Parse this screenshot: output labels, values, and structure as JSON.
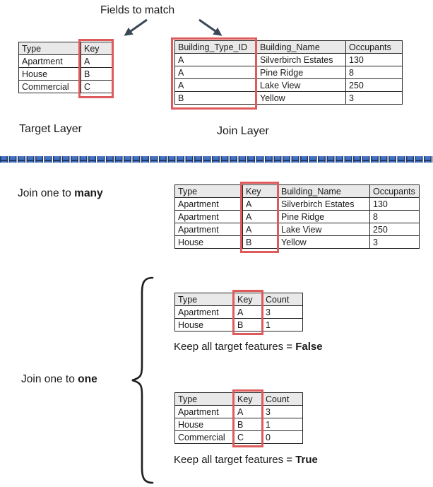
{
  "title": "Fields to match",
  "target_layer": {
    "label": "Target Layer",
    "table": {
      "headers": [
        "Type",
        "Key"
      ],
      "rows": [
        [
          "Apartment",
          "A"
        ],
        [
          "House",
          "B"
        ],
        [
          "Commercial",
          "C"
        ]
      ]
    }
  },
  "join_layer": {
    "label": "Join Layer",
    "table": {
      "headers": [
        "Building_Type_ID",
        "Building_Name",
        "Occupants"
      ],
      "rows": [
        [
          "A",
          "Silverbirch Estates",
          "130"
        ],
        [
          "A",
          "Pine Ridge",
          "8"
        ],
        [
          "A",
          "Lake View",
          "250"
        ],
        [
          "B",
          "Yellow",
          "3"
        ]
      ]
    }
  },
  "join_one_to_many": {
    "label_prefix": "Join one to ",
    "label_bold": "many",
    "table": {
      "headers": [
        "Type",
        "Key",
        "Building_Name",
        "Occupants"
      ],
      "rows": [
        [
          "Apartment",
          "A",
          "Silverbirch Estates",
          "130"
        ],
        [
          "Apartment",
          "A",
          "Pine Ridge",
          "8"
        ],
        [
          "Apartment",
          "A",
          "Lake View",
          "250"
        ],
        [
          "House",
          "B",
          "Yellow",
          "3"
        ]
      ]
    }
  },
  "join_one_to_one": {
    "label_prefix": "Join one to ",
    "label_bold": "one",
    "false_case": {
      "table": {
        "headers": [
          "Type",
          "Key",
          "Count"
        ],
        "rows": [
          [
            "Apartment",
            "A",
            "3"
          ],
          [
            "House",
            "B",
            "1"
          ]
        ]
      },
      "caption_prefix": "Keep all target features = ",
      "caption_bold": "False"
    },
    "true_case": {
      "table": {
        "headers": [
          "Type",
          "Key",
          "Count"
        ],
        "rows": [
          [
            "Apartment",
            "A",
            "3"
          ],
          [
            "House",
            "B",
            "1"
          ],
          [
            "Commercial",
            "C",
            "0"
          ]
        ]
      },
      "caption_prefix": "Keep all target features = ",
      "caption_bold": "True"
    }
  },
  "colors": {
    "highlight_red": "#DF5B5B",
    "divider_blue": "#4472C4",
    "divider_dark": "#203864",
    "arrow": "#3A4756",
    "table_header_bg": "#E9E9E9"
  }
}
